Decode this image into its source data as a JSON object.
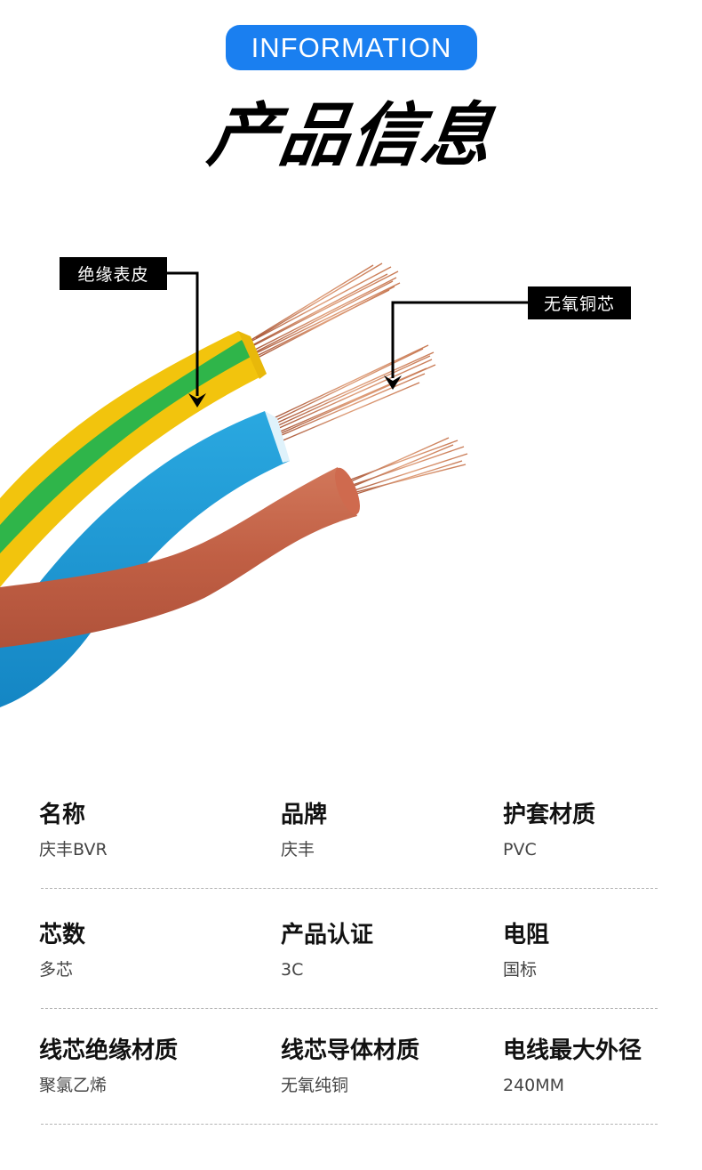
{
  "header": {
    "badge_label": "INFORMATION",
    "title": "产品信息"
  },
  "hero": {
    "callouts": [
      {
        "label": "绝缘表皮",
        "target": "insulation"
      },
      {
        "label": "无氧铜芯",
        "target": "copper-core"
      }
    ],
    "wires": [
      {
        "name": "yellow-green",
        "colors": [
          "#f2c40d",
          "#2fb54a"
        ]
      },
      {
        "name": "blue",
        "colors": [
          "#1a9ad6"
        ]
      },
      {
        "name": "brown",
        "colors": [
          "#c4654a"
        ]
      }
    ],
    "copper_color": "#c87a55"
  },
  "colors": {
    "accent": "#1a7ff0",
    "callout_bg": "#000000",
    "divider": "#b4b4b4"
  },
  "specs": {
    "rows": [
      [
        {
          "label": "名称",
          "value": "庆丰BVR"
        },
        {
          "label": "品牌",
          "value": "庆丰"
        },
        {
          "label": "护套材质",
          "value": "PVC"
        }
      ],
      [
        {
          "label": "芯数",
          "value": "多芯"
        },
        {
          "label": "产品认证",
          "value": "3C"
        },
        {
          "label": "电阻",
          "value": "国标"
        }
      ],
      [
        {
          "label": "线芯绝缘材质",
          "value": "聚氯乙烯"
        },
        {
          "label": "线芯导体材质",
          "value": "无氧纯铜"
        },
        {
          "label": "电线最大外径",
          "value": "240MM"
        }
      ]
    ]
  }
}
